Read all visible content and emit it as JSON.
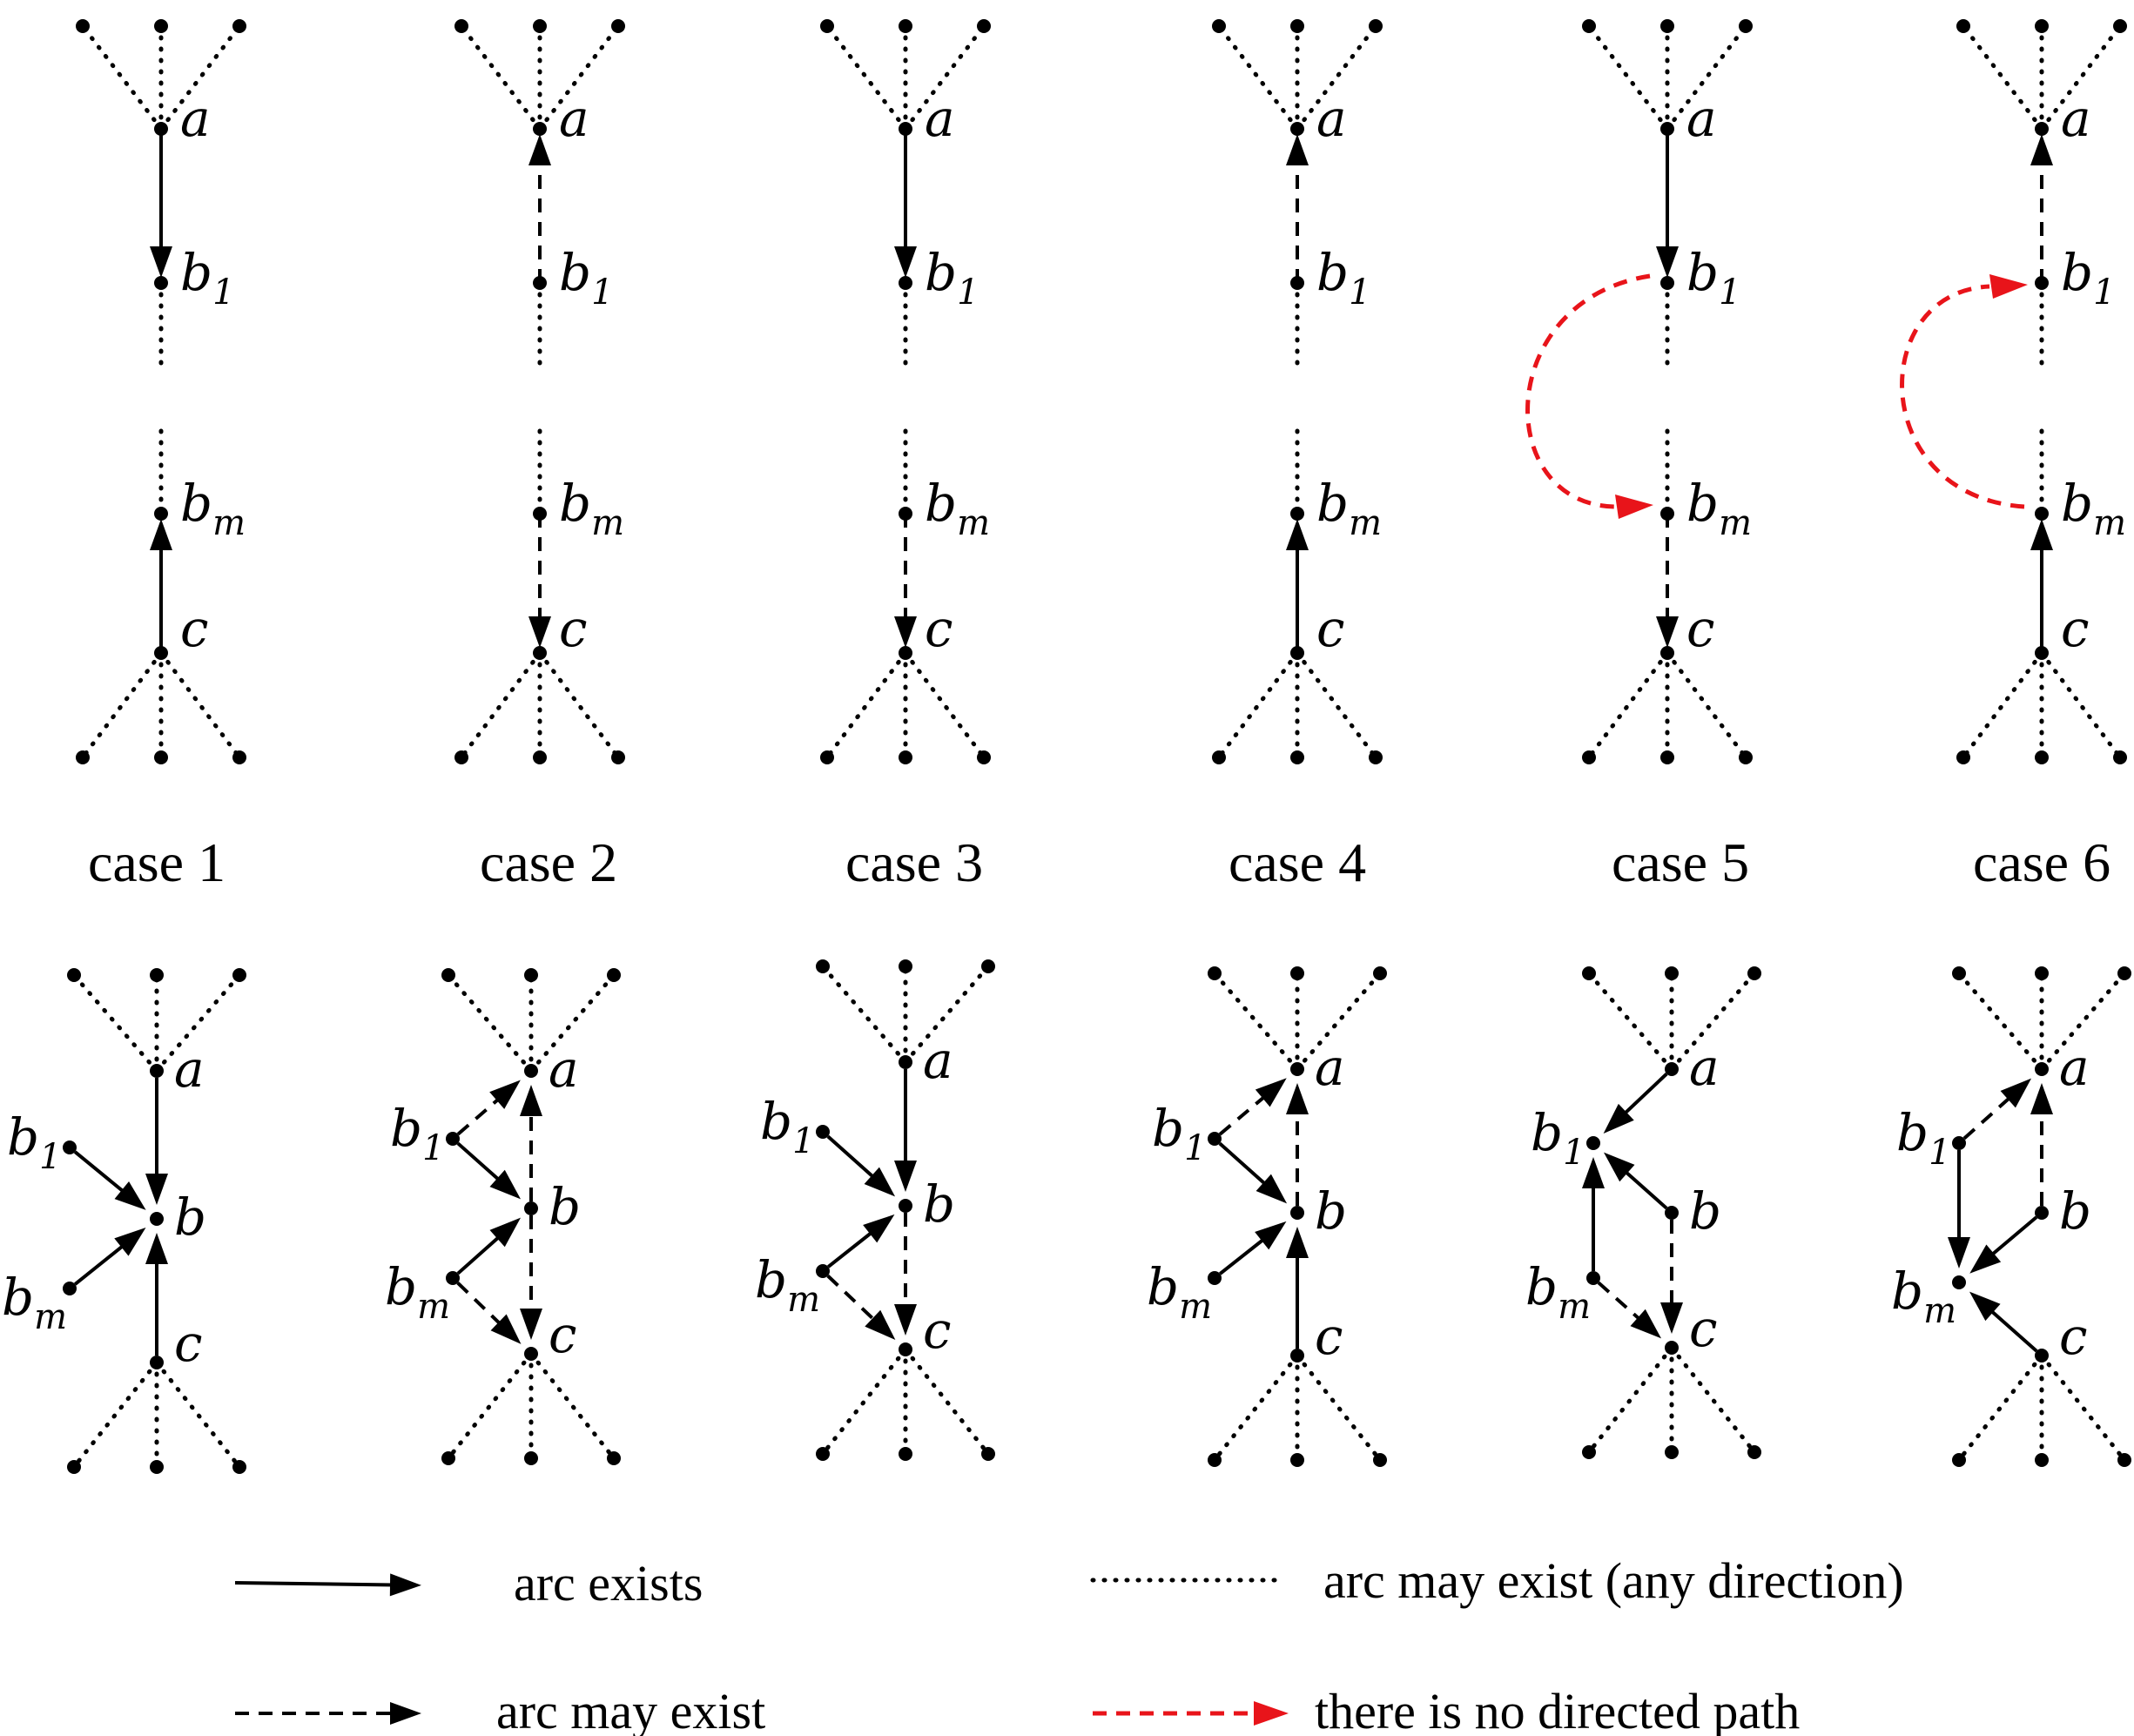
{
  "node_labels": {
    "a": "a",
    "b": "b",
    "b1": "b",
    "b1_sub": "1",
    "bm": "b",
    "bm_sub": "m",
    "c": "c"
  },
  "captions": [
    "case 1",
    "case 2",
    "case 3",
    "case 4",
    "case 5",
    "case 6"
  ],
  "legend": {
    "arc_exists": "arc exists",
    "arc_may_exist": "arc may exist",
    "arc_any_direction": "arc may exist (any direction)",
    "no_directed_path": "there is no directed path"
  },
  "colors": {
    "ink": "#000000",
    "no_path": "#e8141a"
  },
  "line_styles": {
    "solid": "arc exists",
    "dashed": "arc may exist",
    "dotted": "arc may exist (any direction)",
    "red_dashed": "there is no directed path"
  },
  "top_row": [
    {
      "case": "case 1",
      "a_b1": "solid-down",
      "c_bm": "solid-up"
    },
    {
      "case": "case 2",
      "a_b1": "dashed-up",
      "c_bm": "dashed-down"
    },
    {
      "case": "case 3",
      "a_b1": "solid-down",
      "c_bm": "dashed-down"
    },
    {
      "case": "case 4",
      "a_b1": "dashed-up",
      "c_bm": "solid-up"
    },
    {
      "case": "case 5",
      "a_b1": "solid-down",
      "c_bm": "dashed-down",
      "no_path": "b1 to bm"
    },
    {
      "case": "case 6",
      "a_b1": "dashed-up",
      "c_bm": "solid-up",
      "no_path": "bm to b1"
    }
  ],
  "bottom_row_arcs": [
    [
      [
        "a",
        "b",
        "solid"
      ],
      [
        "c",
        "b",
        "solid"
      ],
      [
        "b1",
        "b",
        "solid"
      ],
      [
        "bm",
        "b",
        "solid"
      ]
    ],
    [
      [
        "b",
        "a",
        "dashed"
      ],
      [
        "b",
        "c",
        "dashed"
      ],
      [
        "b1",
        "a",
        "dashed"
      ],
      [
        "b1",
        "b",
        "solid"
      ],
      [
        "bm",
        "b",
        "solid"
      ],
      [
        "bm",
        "c",
        "dashed"
      ]
    ],
    [
      [
        "a",
        "b",
        "solid"
      ],
      [
        "b",
        "c",
        "dashed"
      ],
      [
        "b1",
        "b",
        "solid"
      ],
      [
        "bm",
        "b",
        "solid"
      ],
      [
        "bm",
        "c",
        "dashed"
      ]
    ],
    [
      [
        "b",
        "a",
        "dashed"
      ],
      [
        "c",
        "b",
        "solid"
      ],
      [
        "b1",
        "a",
        "dashed"
      ],
      [
        "b1",
        "b",
        "solid"
      ],
      [
        "bm",
        "b",
        "solid"
      ]
    ],
    [
      [
        "a",
        "b1",
        "solid"
      ],
      [
        "b",
        "b1",
        "solid"
      ],
      [
        "bm",
        "b1",
        "solid"
      ],
      [
        "b",
        "c",
        "dashed"
      ],
      [
        "bm",
        "c",
        "dashed"
      ]
    ],
    [
      [
        "b",
        "a",
        "dashed"
      ],
      [
        "b1",
        "a",
        "dashed"
      ],
      [
        "b1",
        "bm",
        "solid"
      ],
      [
        "b",
        "bm",
        "solid"
      ],
      [
        "c",
        "bm",
        "solid"
      ]
    ]
  ]
}
